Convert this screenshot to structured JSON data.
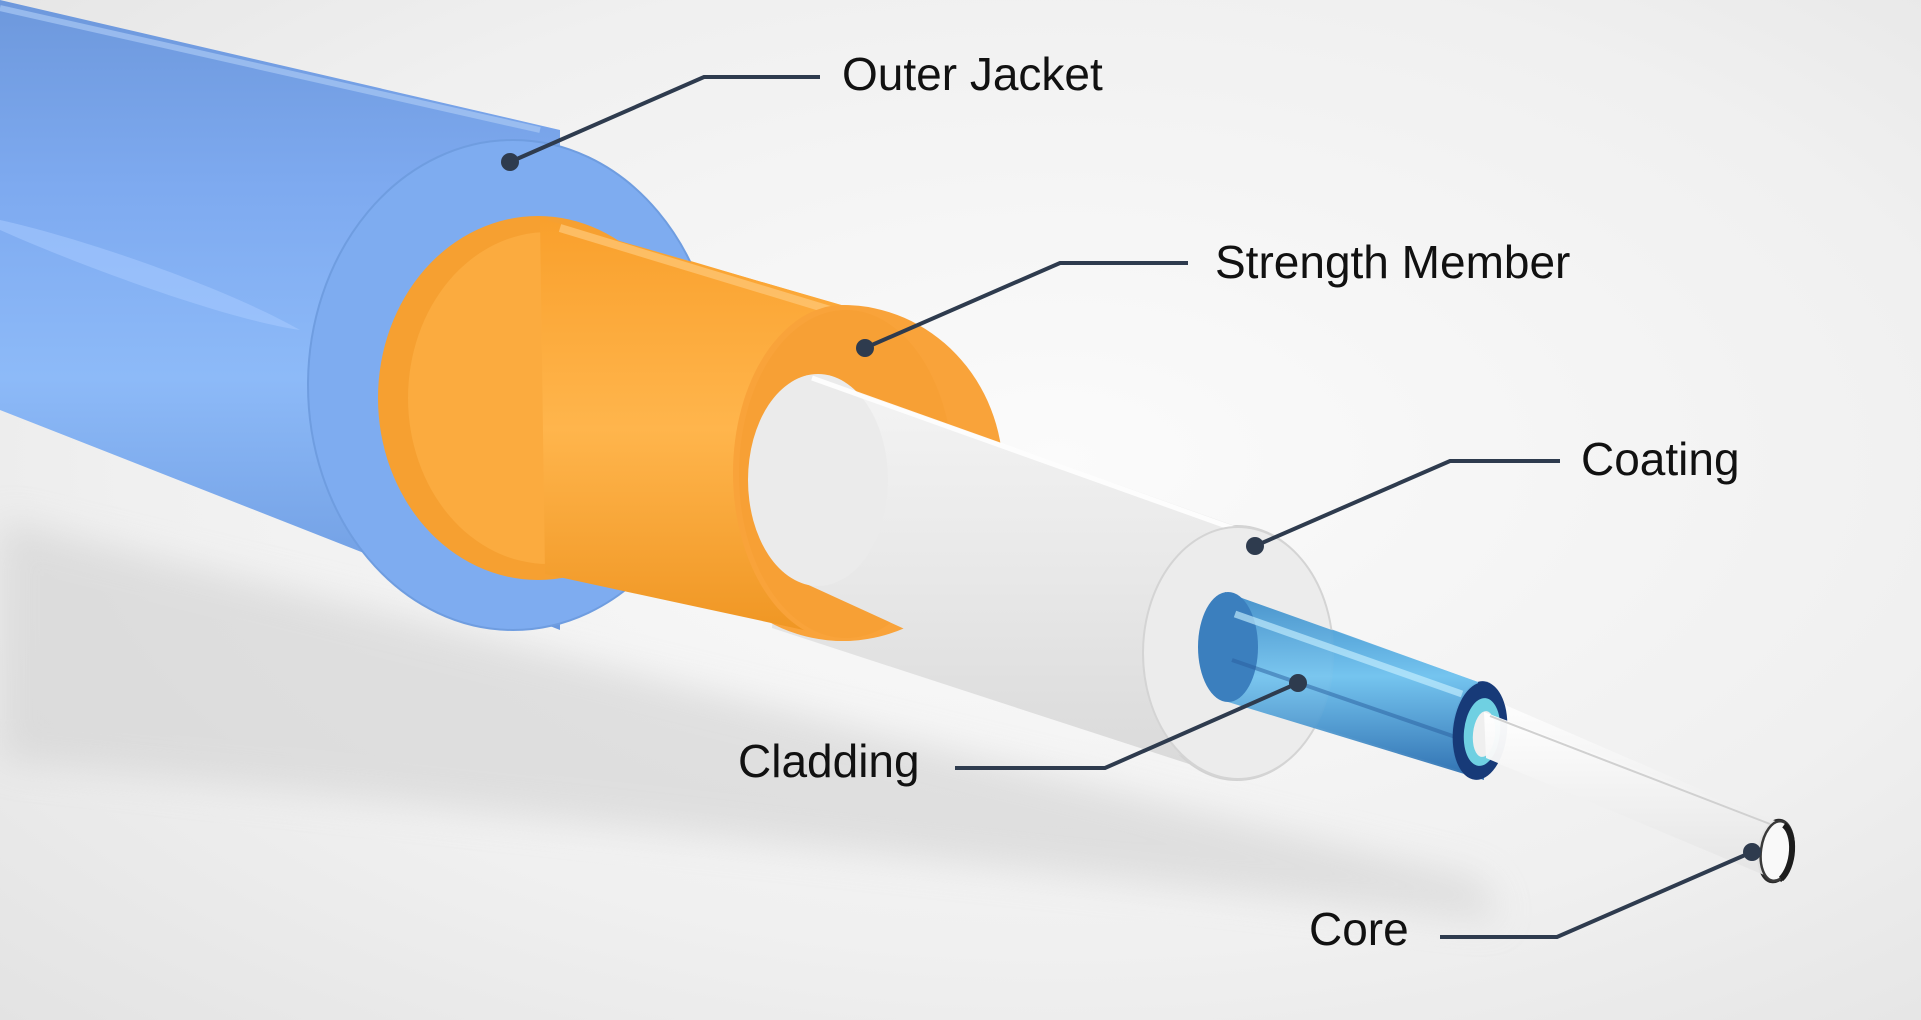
{
  "diagram": {
    "layers": [
      {
        "name": "outer-jacket",
        "label": "Outer Jacket",
        "color": "#7aa8ec"
      },
      {
        "name": "strength-member",
        "label": "Strength Member",
        "color": "#f6a235"
      },
      {
        "name": "coating",
        "label": "Coating",
        "color": "#e6e6e6"
      },
      {
        "name": "cladding",
        "label": "Cladding",
        "color": "#5fb1e0"
      },
      {
        "name": "core",
        "label": "Core",
        "color": "#f7f7f7"
      }
    ],
    "leader_color": "#2e3b4e"
  }
}
